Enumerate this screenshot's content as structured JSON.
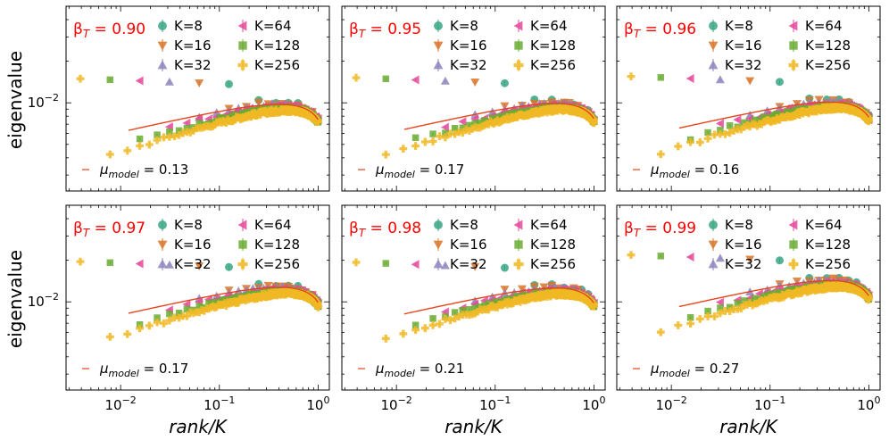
{
  "chart_data": {
    "type": "scatter",
    "xlabel": "rank/K",
    "ylabel": "eigenvalue",
    "xscale": "log",
    "yscale": "log",
    "xlim": [
      0.0028,
      1.3
    ],
    "ylim": [
      0.0023,
      0.05
    ],
    "x_tick_labels": [
      "10^-2",
      "10^-1",
      "10^0"
    ],
    "y_tick_labels": [
      "10^-2"
    ],
    "grid": false,
    "legend_placement": "top-right",
    "legend_entries": [
      "K=8",
      "K=16",
      "K=32",
      "K=64",
      "K=128",
      "K=256"
    ],
    "series_colors": {
      "K=8": "#3aa684",
      "K=16": "#d9752b",
      "K=32": "#8e85bd",
      "K=64": "#e5489a",
      "K=128": "#6aac32",
      "K=256": "#f0b824"
    },
    "model_line_color": "#e8431a",
    "beta_label_color": "#ff0000",
    "panels": [
      {
        "beta_label": "β_T = 0.90",
        "beta": 0.9,
        "mu_label": "μ_model = 0.13",
        "mu": 0.13,
        "top": 0.013,
        "bottom": 0.0042
      },
      {
        "beta_label": "β_T = 0.95",
        "beta": 0.95,
        "mu_label": "μ_model = 0.17",
        "mu": 0.17,
        "top": 0.0132,
        "bottom": 0.0042
      },
      {
        "beta_label": "β_T = 0.96",
        "beta": 0.96,
        "mu_label": "μ_model = 0.16",
        "mu": 0.16,
        "top": 0.0135,
        "bottom": 0.0042
      },
      {
        "beta_label": "β_T = 0.97",
        "beta": 0.97,
        "mu_label": "μ_model = 0.17",
        "mu": 0.17,
        "top": 0.017,
        "bottom": 0.004
      },
      {
        "beta_label": "β_T = 0.98",
        "beta": 0.98,
        "mu_label": "μ_model = 0.21",
        "mu": 0.21,
        "top": 0.0168,
        "bottom": 0.0041
      },
      {
        "beta_label": "β_T = 0.99",
        "beta": 0.99,
        "mu_label": "μ_model = 0.27",
        "mu": 0.27,
        "top": 0.019,
        "bottom": 0.0043
      }
    ],
    "series": [
      {
        "name": "K=8",
        "K": 8
      },
      {
        "name": "K=16",
        "K": 16
      },
      {
        "name": "K=32",
        "K": 32
      },
      {
        "name": "K=64",
        "K": 64
      },
      {
        "name": "K=128",
        "K": 128
      },
      {
        "name": "K=256",
        "K": 256
      }
    ]
  }
}
